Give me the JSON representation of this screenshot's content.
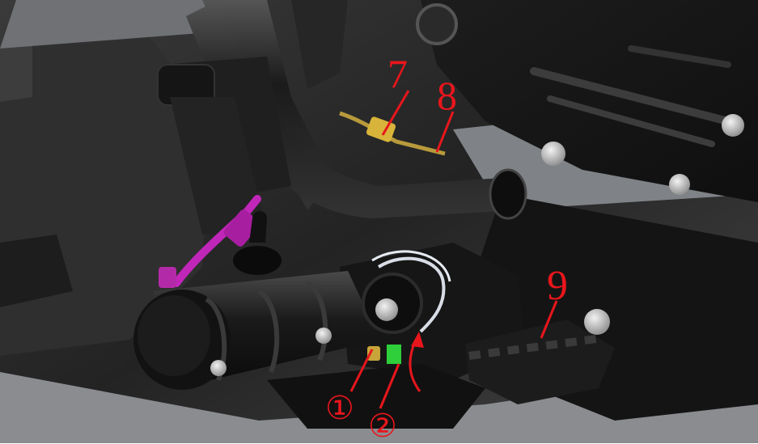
{
  "callouts": {
    "n7": "7",
    "n8": "8",
    "n9": "9",
    "c1": "①",
    "c2": "②"
  },
  "colors": {
    "callout": "#e8161c",
    "engine": "#2b2b2b",
    "frame": "#1e1e1e",
    "cover": "#151515",
    "hose": "#c026b8",
    "brass": "#c8a43a",
    "spring": "#d8dde6",
    "green": "#2ecf3a",
    "background": "#ffffff"
  }
}
